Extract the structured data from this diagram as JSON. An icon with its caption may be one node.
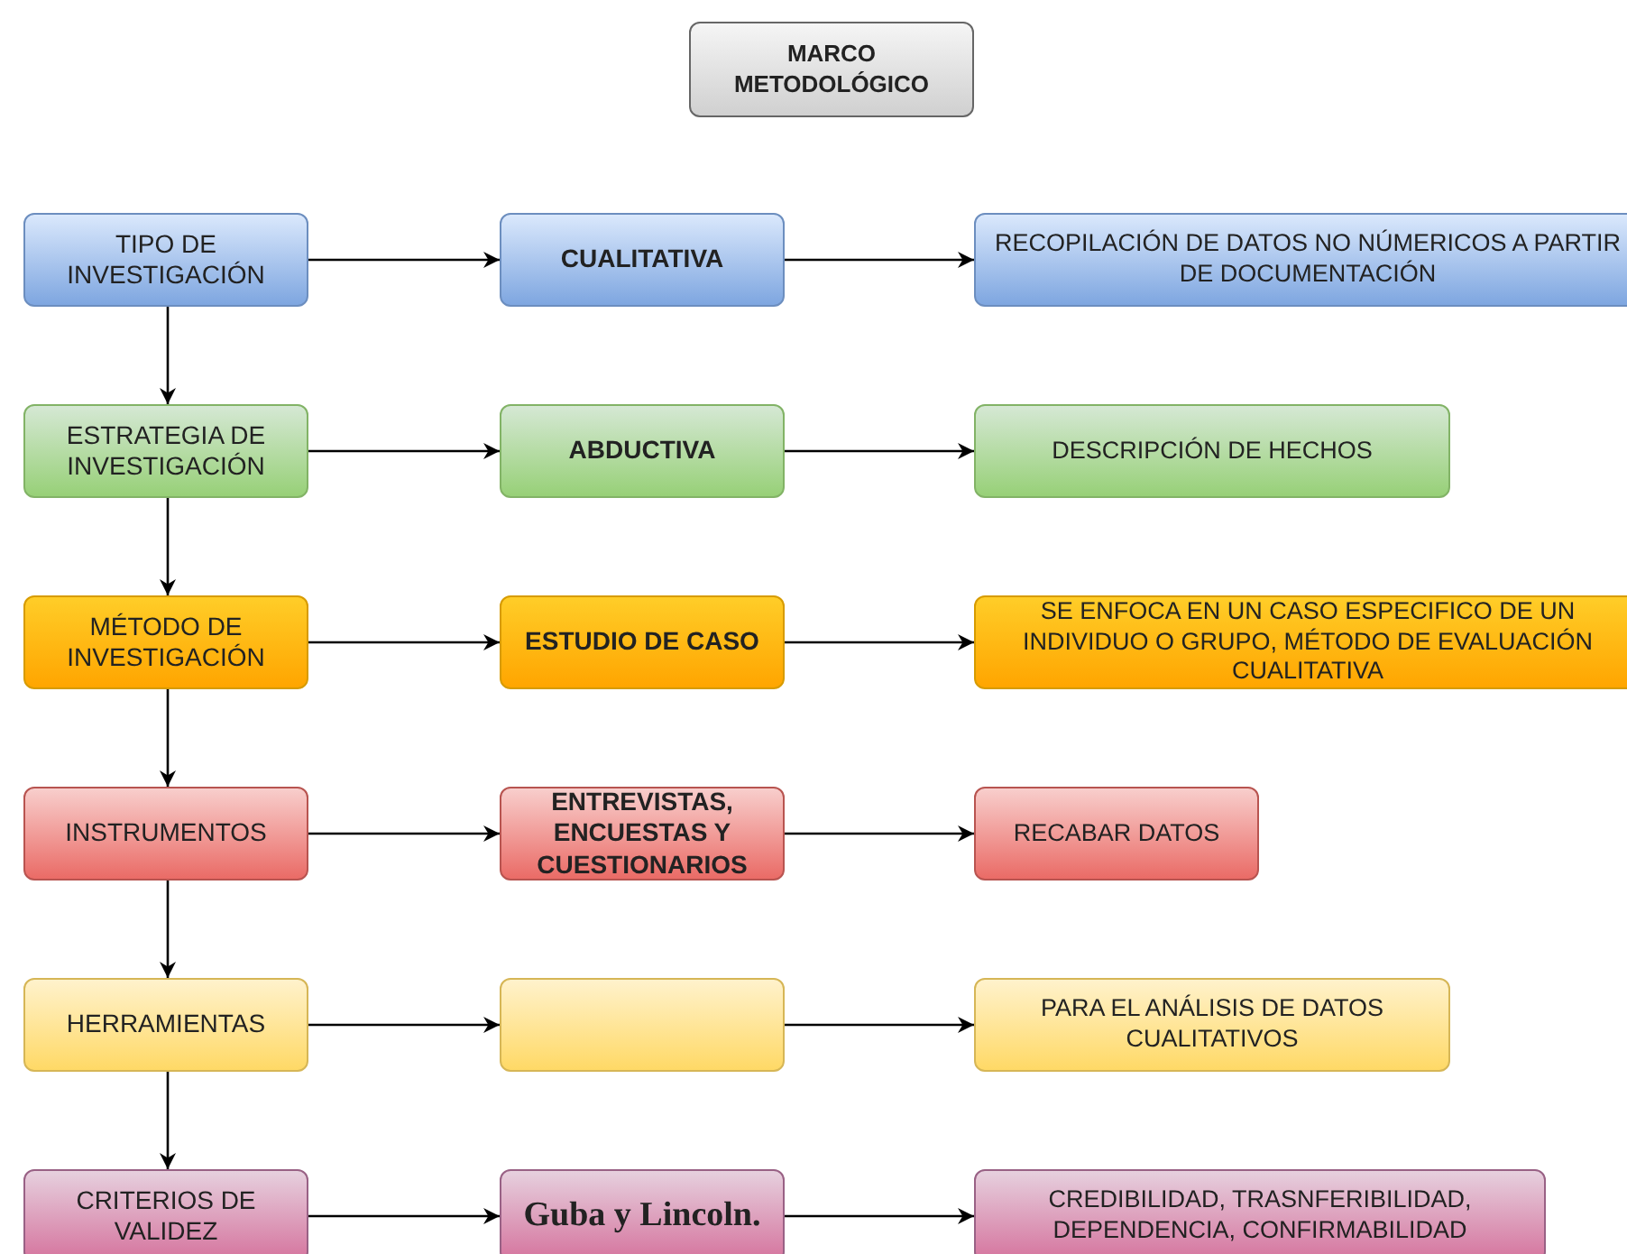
{
  "diagram": {
    "nodes": [
      {
        "text": [
          "MARCO METODOLÓGICO"
        ]
      },
      {
        "text": [
          "TIPO DE INVESTIGACIÓN"
        ]
      },
      {
        "text": [
          "CUALITATIVA"
        ]
      },
      {
        "text": [
          "RECOPILACIÓN DE DATOS NO NÚMERICOS A PARTIR DE DOCUMENTACIÓN"
        ]
      },
      {
        "text": [
          "ESTRATEGIA DE INVESTIGACIÓN"
        ]
      },
      {
        "text": [
          "ABDUCTIVA"
        ]
      },
      {
        "text": [
          "DESCRIPCIÓN DE HECHOS"
        ]
      },
      {
        "text": [
          "MÉTODO DE INVESTIGACIÓN"
        ]
      },
      {
        "text": [
          "ESTUDIO DE CASO"
        ]
      },
      {
        "text": [
          "SE ENFOCA EN UN CASO ESPECIFICO DE UN INDIVIDUO O GRUPO, MÉTODO DE EVALUACIÓN CUALITATIVA"
        ]
      },
      {
        "text": [
          "INSTRUMENTOS"
        ]
      },
      {
        "text": [
          "ENTREVISTAS, ENCUESTAS Y CUESTIONARIOS"
        ]
      },
      {
        "text": [
          "RECABAR DATOS"
        ]
      },
      {
        "text": [
          "HERRAMIENTAS"
        ]
      },
      {
        "text": [],
        "shape": "box"
      },
      {
        "text": [
          "PARA EL ANÁLISIS DE DATOS CUALITATIVOS"
        ]
      },
      {
        "text": [
          "CRITERIOS DE VALIDEZ"
        ]
      },
      {
        "text": [
          "Guba y Lincoln."
        ]
      },
      {
        "text": [
          "CREDIBILIDAD, TRASNFERIBILIDAD, DEPENDENCIA, CONFIRMABILIDAD"
        ]
      }
    ],
    "edges": [
      {
        "from": 1,
        "to": 2,
        "arrow": "to"
      },
      {
        "from": 2,
        "to": 3,
        "arrow": "to"
      },
      {
        "from": 4,
        "to": 5,
        "arrow": "to"
      },
      {
        "from": 5,
        "to": 6,
        "arrow": "to"
      },
      {
        "from": 7,
        "to": 8,
        "arrow": "to"
      },
      {
        "from": 8,
        "to": 9,
        "arrow": "to"
      },
      {
        "from": 10,
        "to": 11,
        "arrow": "to"
      },
      {
        "from": 11,
        "to": 12,
        "arrow": "to"
      },
      {
        "from": 13,
        "to": 14,
        "arrow": "to"
      },
      {
        "from": 14,
        "to": 15,
        "arrow": "to"
      },
      {
        "from": 16,
        "to": 17,
        "arrow": "to"
      },
      {
        "from": 17,
        "to": 18,
        "arrow": "to"
      },
      {
        "from": 1,
        "to": 4,
        "arrow": "to"
      },
      {
        "from": 4,
        "to": 7,
        "arrow": "to"
      },
      {
        "from": 7,
        "to": 10,
        "arrow": "to"
      },
      {
        "from": 10,
        "to": 13,
        "arrow": "to"
      },
      {
        "from": 13,
        "to": 16,
        "arrow": "to"
      }
    ]
  }
}
